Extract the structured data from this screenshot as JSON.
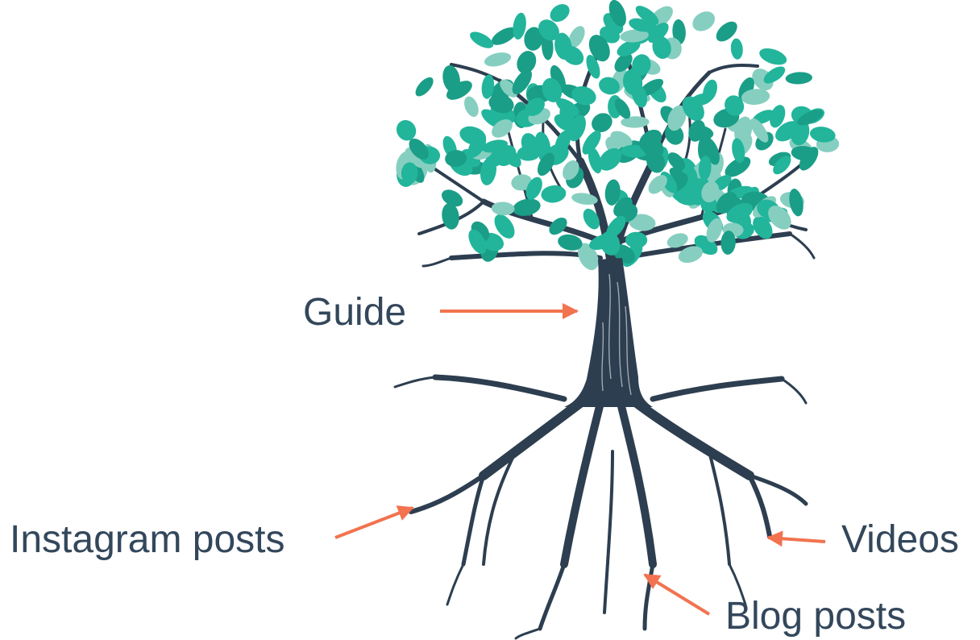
{
  "labels": {
    "guide": "Guide",
    "instagram": "Instagram posts",
    "videos": "Videos",
    "blog": "Blog posts"
  },
  "colors": {
    "trunk": "#2d3e50",
    "leaf_dark": "#1a9e87",
    "leaf_mid": "#22b59b",
    "leaf_light": "#86cfc0",
    "arrow": "#f2734f",
    "text": "#33475b"
  }
}
